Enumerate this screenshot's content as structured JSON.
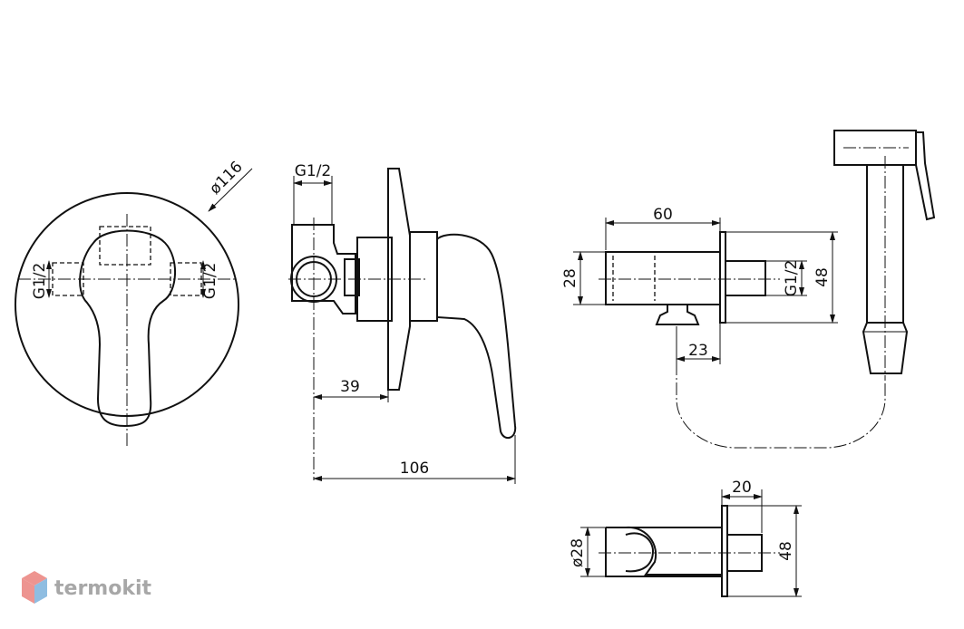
{
  "diagram": {
    "front_view": {
      "diameter_label": "ø116",
      "thread_left": "G1/2",
      "thread_right": "G1/2"
    },
    "side_view": {
      "thread_top": "G1/2",
      "dim_39": "39",
      "dim_106": "106"
    },
    "outlet_view": {
      "dim_60": "60",
      "dim_28": "28",
      "dim_48": "48",
      "thread": "G1/2",
      "dim_23": "23"
    },
    "holder_view": {
      "dim_20": "20",
      "dim_28": "ø28",
      "dim_48": "48"
    }
  },
  "watermark": {
    "text": "termokit",
    "colors": {
      "red": "#e8716b",
      "blue": "#6aa7d8",
      "gray": "#8a8a8a"
    }
  }
}
